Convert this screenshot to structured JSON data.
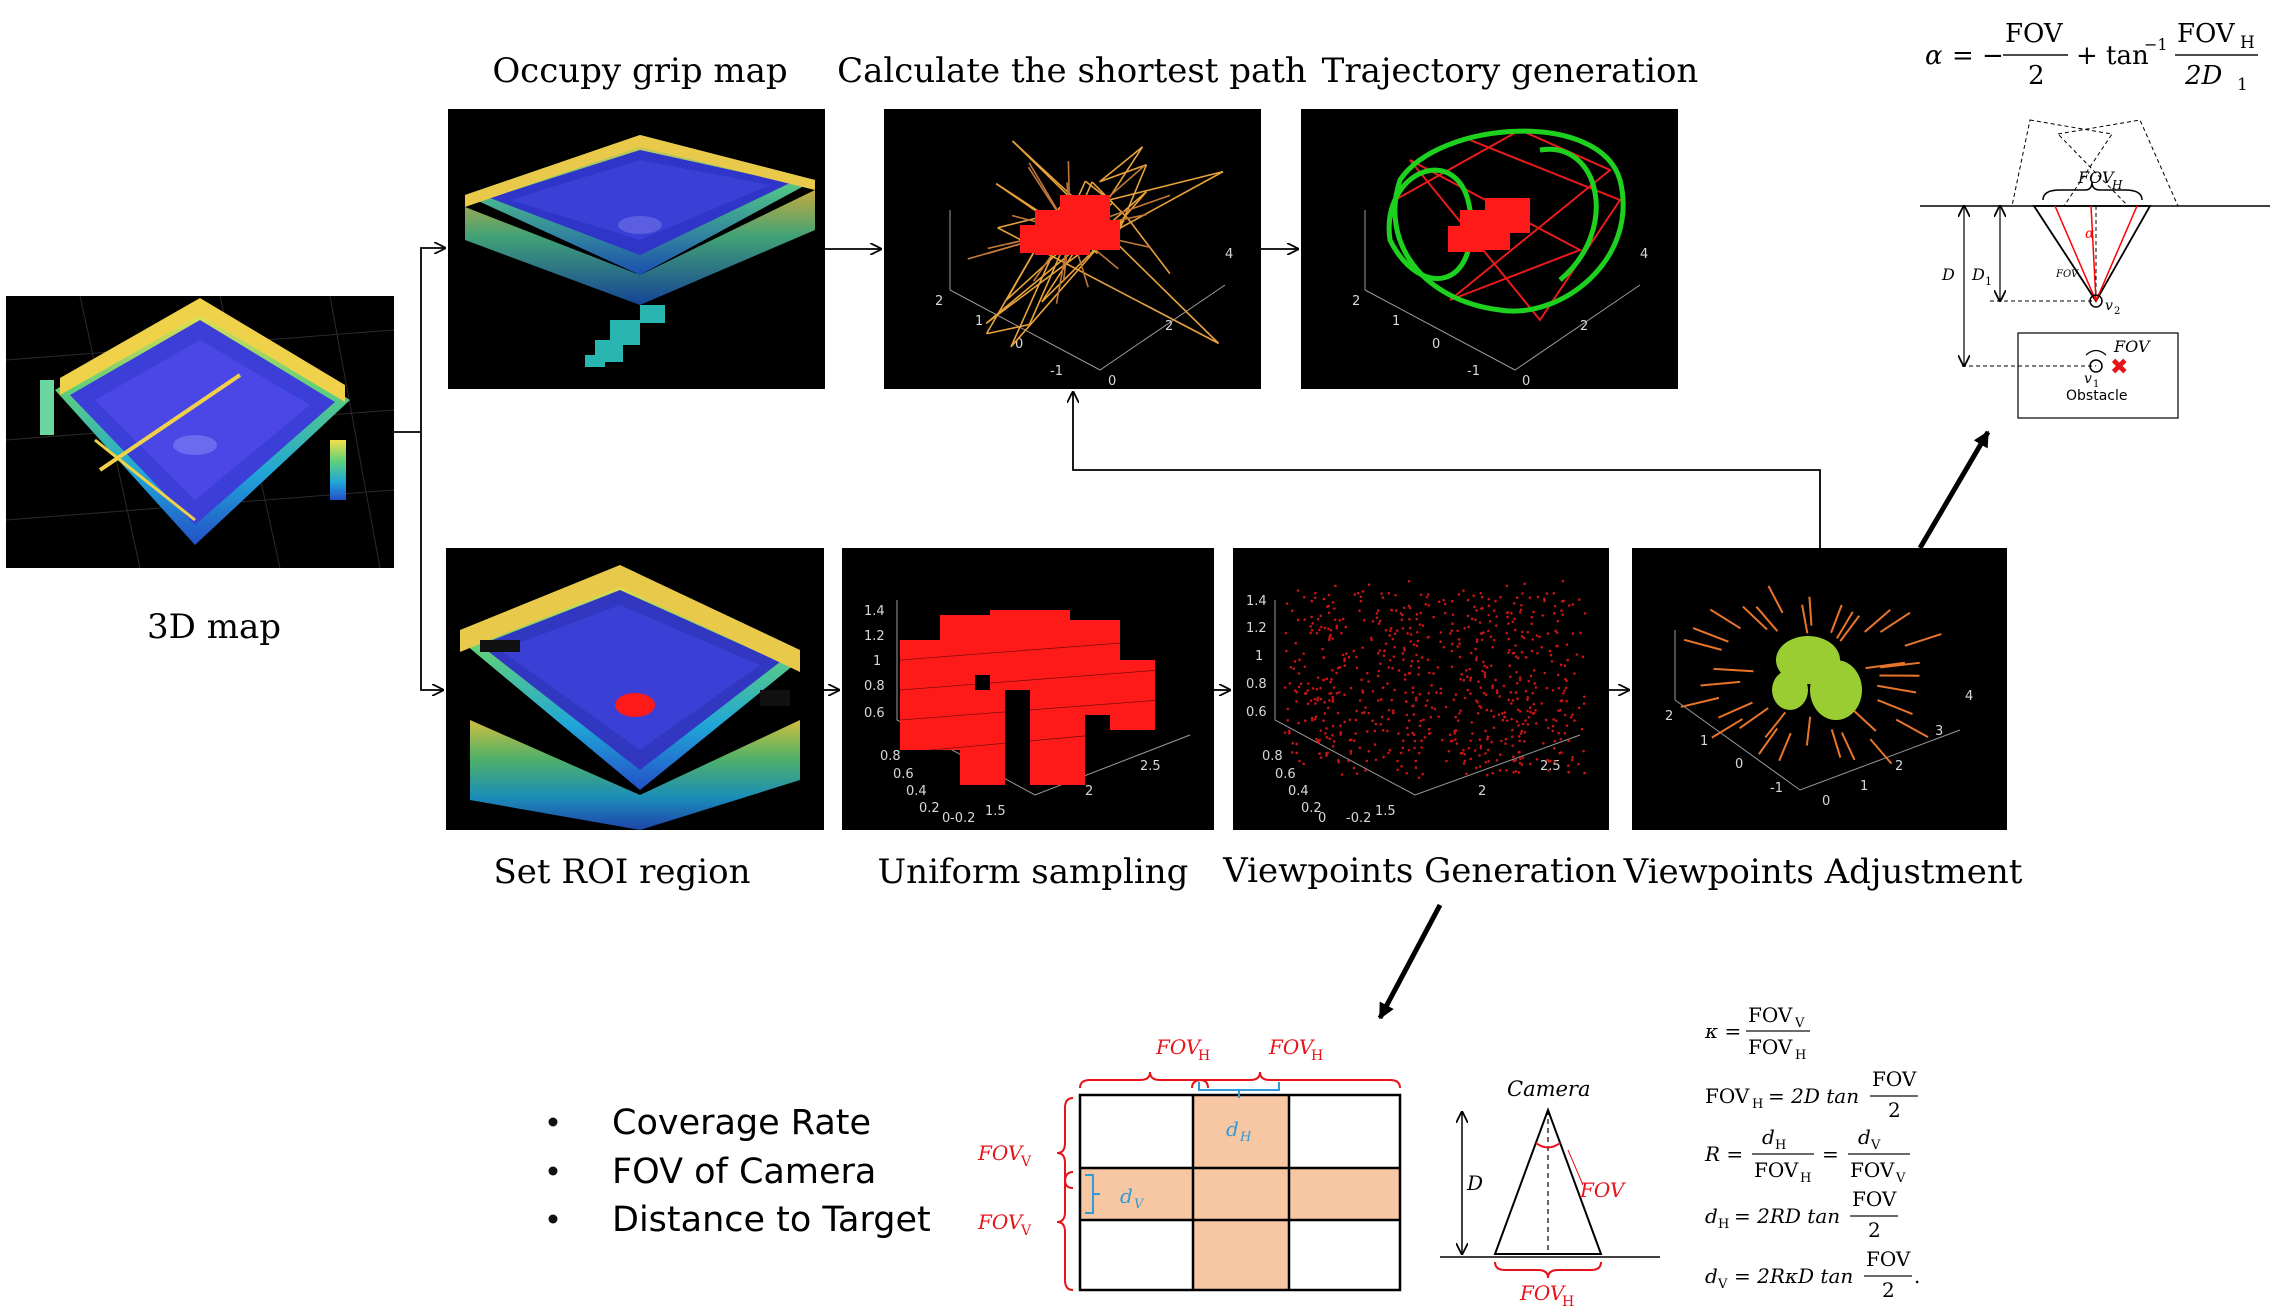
{
  "labels": {
    "map3d": "3D map",
    "occupy": "Occupy grip map",
    "shortest": "Calculate the shortest path",
    "trajectory": "Trajectory generation",
    "roi": "Set ROI region",
    "uniform": "Uniform sampling",
    "vpgen": "Viewpoints Generation",
    "vpadj": "Viewpoints Adjustment"
  },
  "bullets": [
    "Coverage Rate",
    "FOV of Camera",
    "Distance to Target"
  ],
  "alpha_formula": {
    "alpha": "α",
    "eq": "= −",
    "fov": "FOV",
    "two": "2",
    "plus": "+ tan",
    "inv": "−1",
    "fovh": "FOV",
    "sub_h": "H",
    "den": "2D",
    "sub_1": "1"
  },
  "geometry": {
    "fov_h": "FOV",
    "sub_h": "H",
    "d": "D",
    "d1": "D",
    "sub_1": "1",
    "alpha": "α",
    "fov_small": "FOV",
    "v2": "v",
    "sub_2": "2",
    "fov": "FOV",
    "v1": "v",
    "obstacle": "Obstacle",
    "x_mark": "✖"
  },
  "grid": {
    "fov_h_1": "FOV",
    "fov_h_2": "FOV",
    "sub_h": "H",
    "fov_v_1": "FOV",
    "fov_v_2": "FOV",
    "sub_v": "V",
    "d_h": "d",
    "d_v": "d"
  },
  "camera": {
    "title": "Camera",
    "d": "D",
    "fov": "FOV",
    "fov_h": "FOV",
    "sub_h": "H"
  },
  "equations": [
    {
      "lhs": "κ =",
      "num": "FOV",
      "num_sub": "V",
      "den": "FOV",
      "den_sub": "H"
    },
    {
      "lhs": "FOV",
      "lhs_sub": "H",
      "mid": "= 2D tan",
      "num": "FOV",
      "den": "2"
    },
    {
      "lhs": "R =",
      "num": "d",
      "num_sub": "H",
      "den": "FOV",
      "den_sub": "H",
      "eq2": "=",
      "num2": "d",
      "num2_sub": "V",
      "den2": "FOV",
      "den2_sub": "V"
    },
    {
      "lhs": "d",
      "lhs_sub": "H",
      "mid": "= 2RD tan",
      "num": "FOV",
      "den": "2"
    },
    {
      "lhs": "d",
      "lhs_sub": "V",
      "mid": "= 2RκD tan",
      "num": "FOV",
      "den": "2",
      "tail": "."
    }
  ],
  "axis_ticks": {
    "path": [
      "2",
      "1",
      "0",
      "-1",
      "0",
      "2",
      "4"
    ],
    "traj": [
      "2",
      "1",
      "0",
      "-1",
      "0",
      "2",
      "4"
    ],
    "uniform_y": [
      "1.4",
      "1.2",
      "1",
      "0.8",
      "0.6"
    ],
    "uniform_x": [
      "0.8",
      "0.6",
      "0.4",
      "0.2",
      "0",
      "-0.2"
    ],
    "uniform_z": [
      "1.5",
      "2",
      "2.5"
    ],
    "vp_y": [
      "1.4",
      "1.2",
      "1",
      "0.8",
      "0.6"
    ],
    "vp_x": [
      "0.8",
      "0.6",
      "0.4",
      "0.2",
      "0",
      "-0.2"
    ],
    "vp_z": [
      "1.5",
      "2",
      "2.5"
    ],
    "adj": [
      "2",
      "1",
      "0",
      "-1",
      "0",
      "1",
      "2",
      "3",
      "4"
    ]
  },
  "colors": {
    "accent_red": "#ff0000",
    "label_red": "#e8121a",
    "blue_bracket": "#2e9bd6",
    "fill_peach": "#f7c6a3"
  }
}
